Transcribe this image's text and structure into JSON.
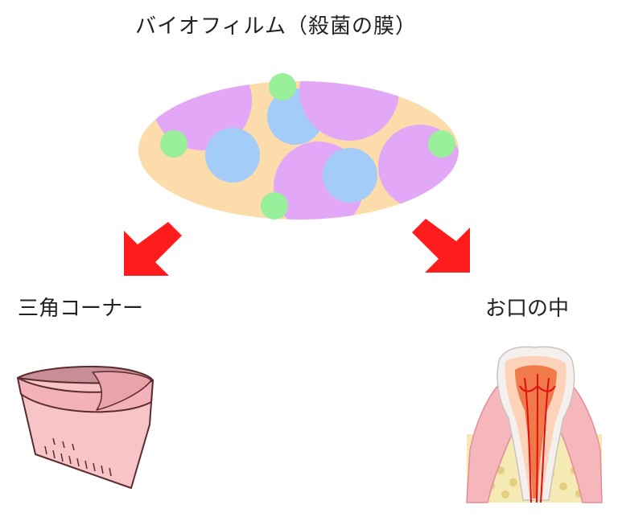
{
  "diagram": {
    "title": "バイオフィルム（殺菌の膜）",
    "left_label": "三角コーナー",
    "right_label": "お口の中"
  },
  "colors": {
    "biofilm_base": "#fbdcaa",
    "purple": "#e2a8f7",
    "blue": "#a3cdf8",
    "green": "#99f09b",
    "arrow": "#ff1c1c",
    "corner_fill": "#f7c4c8",
    "corner_stroke": "#5c2b2f",
    "tooth_enamel": "#f4f0ee",
    "tooth_dentin": "#fcd3b8",
    "tooth_pulp": "#f07a4a",
    "gum": "#f5b6bc",
    "bone": "#f6eab4",
    "blood": "#e01010"
  },
  "icons": [
    "biofilm-illustration",
    "arrow-down-left-icon",
    "arrow-down-right-icon",
    "sink-corner-basket-icon",
    "tooth-cross-section-icon"
  ]
}
